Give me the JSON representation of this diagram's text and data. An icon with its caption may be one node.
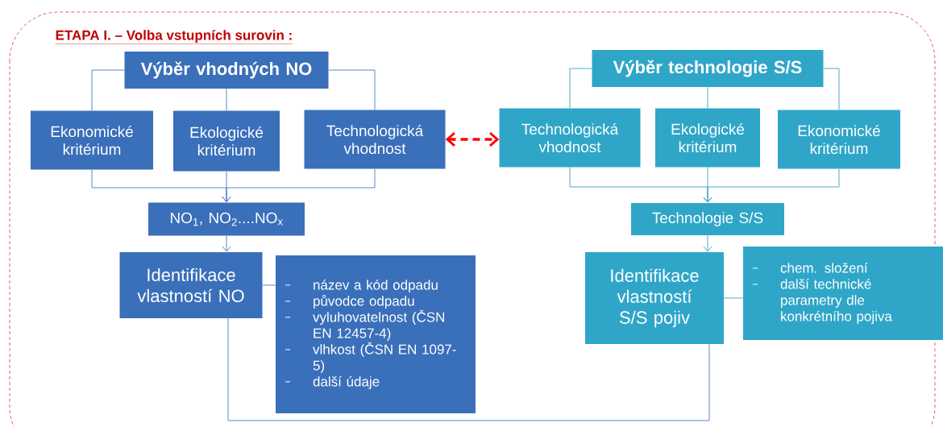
{
  "diagram": {
    "title": "ETAPA I. – Volba vstupních surovin :",
    "nodes": [
      {
        "text": [
          "Výběr vhodných NO"
        ]
      },
      {
        "text": [
          "Ekonomické kritérium"
        ]
      },
      {
        "text": [
          "Ekologické kritérium"
        ]
      },
      {
        "text": [
          "Technologická vhodnost"
        ]
      },
      {
        "text": [
          "Výběr technologie S/S"
        ]
      },
      {
        "text": [
          "Technologická vhodnost"
        ]
      },
      {
        "text": [
          "Ekologické kritérium"
        ]
      },
      {
        "text": [
          "Ekonomické kritérium"
        ]
      },
      {
        "text": [
          "NO$_{1}$, NO$_{2}$....NO$_{x}$"
        ]
      },
      {
        "text": [
          "Technologie S/S"
        ]
      },
      {
        "text": [
          "Identifikace vlastností NO"
        ]
      },
      {
        "text": [
          "název a kód odpadu",
          "původce odpadu",
          "vyluhovatelnost (ČSN EN 12457-4)",
          "vlhkost (ČSN EN 1097-5)",
          "další údaje"
        ]
      },
      {
        "text": [
          "Identifikace vlastností S/S pojiv"
        ]
      },
      {
        "text": [
          "chem. složení",
          "další technické parametry dle konkrétního pojiva"
        ]
      }
    ],
    "edges": [
      {
        "from": 0,
        "to": 1,
        "arrow": "none"
      },
      {
        "from": 0,
        "to": 2,
        "arrow": "none"
      },
      {
        "from": 0,
        "to": 3,
        "arrow": "none"
      },
      {
        "from": 1,
        "to": 8,
        "arrow": "to"
      },
      {
        "from": 2,
        "to": 8,
        "arrow": "to"
      },
      {
        "from": 3,
        "to": 8,
        "arrow": "to"
      },
      {
        "from": 8,
        "to": 10,
        "arrow": "to"
      },
      {
        "from": 4,
        "to": 5,
        "arrow": "none",
        "color": "#4bacc6"
      },
      {
        "from": 4,
        "to": 6,
        "arrow": "none",
        "color": "#4bacc6"
      },
      {
        "from": 4,
        "to": 7,
        "arrow": "none",
        "color": "#4bacc6"
      },
      {
        "from": 5,
        "to": 9,
        "arrow": "to",
        "color": "#4bacc6"
      },
      {
        "from": 6,
        "to": 9,
        "arrow": "to",
        "color": "#4bacc6"
      },
      {
        "from": 7,
        "to": 9,
        "arrow": "to",
        "color": "#4bacc6"
      },
      {
        "from": 9,
        "to": 12,
        "arrow": "to",
        "color": "#4bacc6"
      },
      {
        "from": 3,
        "to": 5,
        "arrow": "both",
        "style": "dashed",
        "color": "#ff0000"
      },
      {
        "from": 10,
        "to": 11,
        "arrow": "none"
      },
      {
        "from": 12,
        "to": 13,
        "arrow": "none",
        "color": "#4bacc6"
      },
      {
        "from": 10,
        "to": 12,
        "arrow": "none"
      }
    ]
  }
}
